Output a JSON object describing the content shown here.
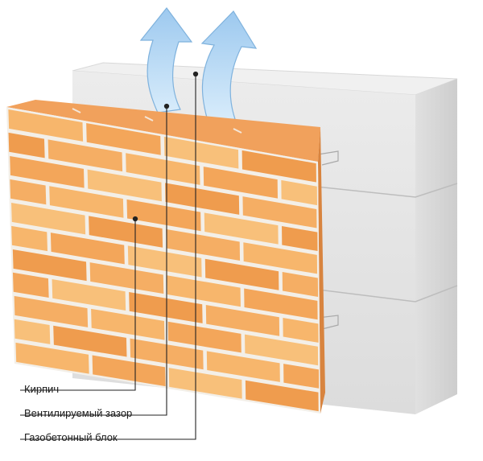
{
  "labels": {
    "brick": "Кирпич",
    "air_gap": "Вентилируемый зазор",
    "aerated_block": "Газобетонный блок"
  },
  "colors": {
    "brick_light": "#f6b46a",
    "brick_dark": "#ec8a3c",
    "brick_top": "#f4a560",
    "mortar": "#f2efea",
    "block_front": "#e3e3e3",
    "block_side": "#d4d4d4",
    "block_top": "#eeeeee",
    "arrow_fill": "#bcdcf5",
    "arrow_stroke": "#7fb2dd",
    "leader": "#222222"
  },
  "icons": [
    "airflow-arrow-icon"
  ]
}
